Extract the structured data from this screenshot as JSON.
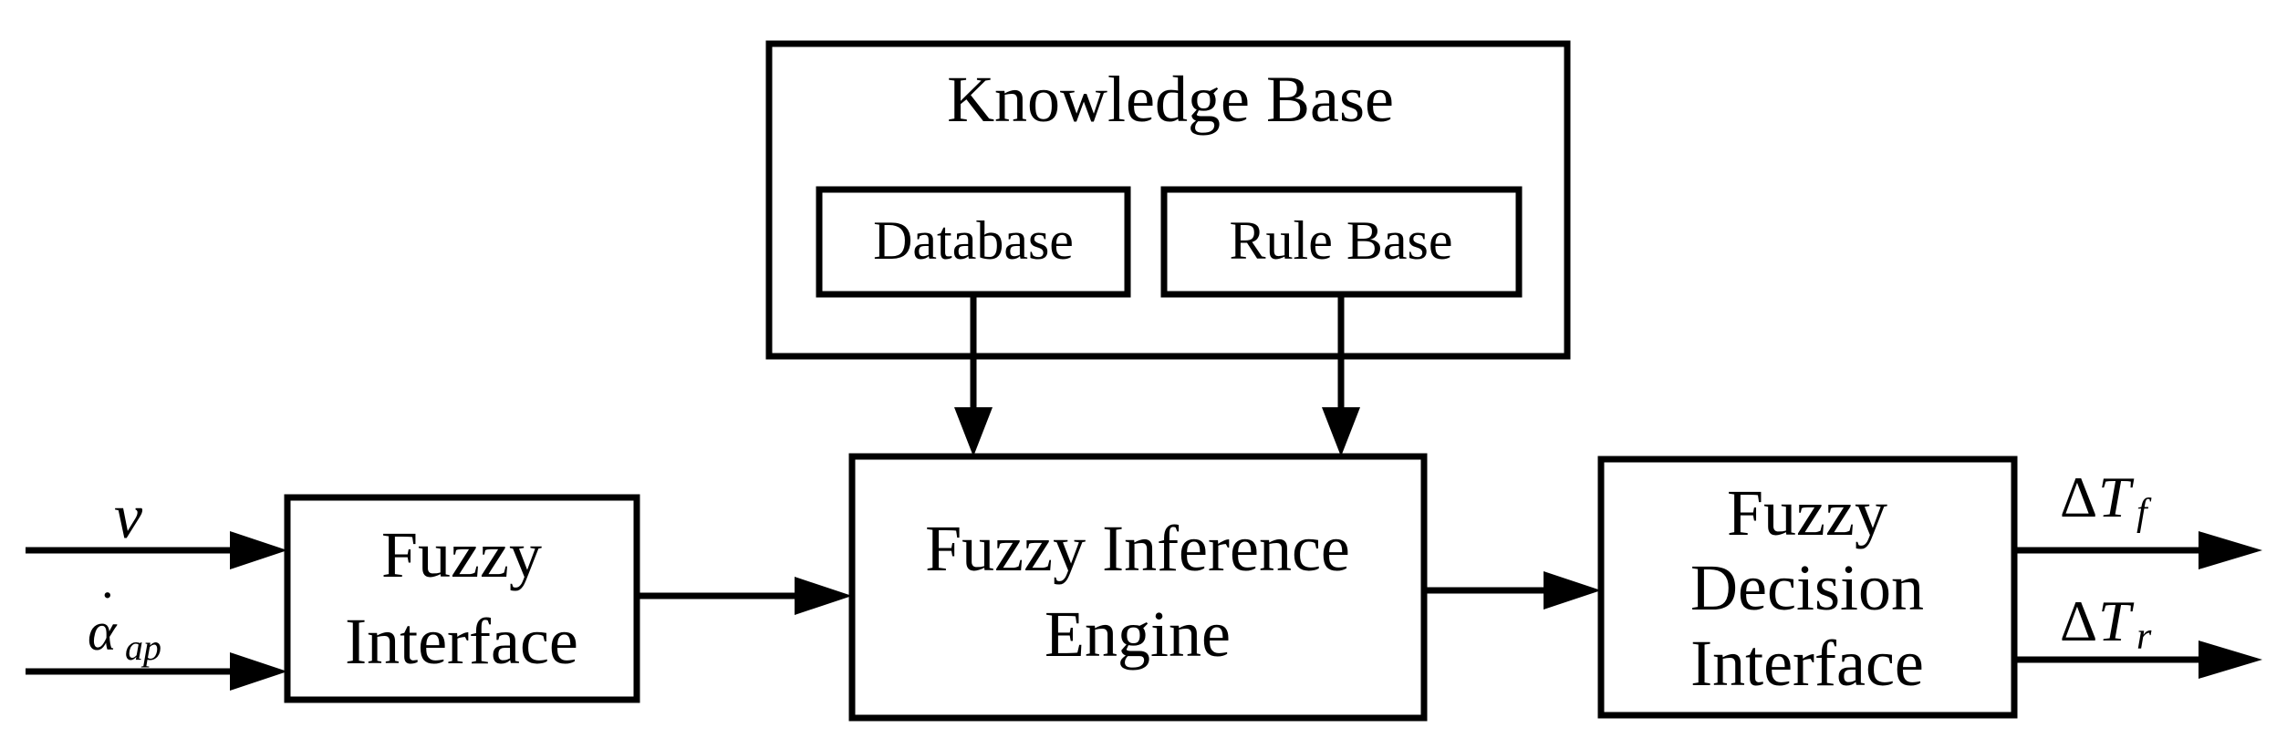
{
  "blocks": {
    "knowledge_base": {
      "title": "Knowledge Base"
    },
    "database": {
      "label": "Database"
    },
    "rule_base": {
      "label": "Rule Base"
    },
    "fuzzy_interface": {
      "line1": "Fuzzy",
      "line2": "Interface"
    },
    "inference_engine": {
      "line1": "Fuzzy Inference",
      "line2": "Engine"
    },
    "decision_interface": {
      "line1": "Fuzzy",
      "line2": "Decision",
      "line3": "Interface"
    }
  },
  "inputs": {
    "v": "v",
    "alpha_symbol": "α",
    "alpha_dot": "˙",
    "alpha_subscript": "ap"
  },
  "outputs": {
    "delta_symbol": "Δ",
    "front_var": "T",
    "front_sub": "f",
    "rear_var": "T",
    "rear_sub": "r"
  },
  "colors": {
    "stroke": "#000000",
    "background": "#ffffff"
  }
}
